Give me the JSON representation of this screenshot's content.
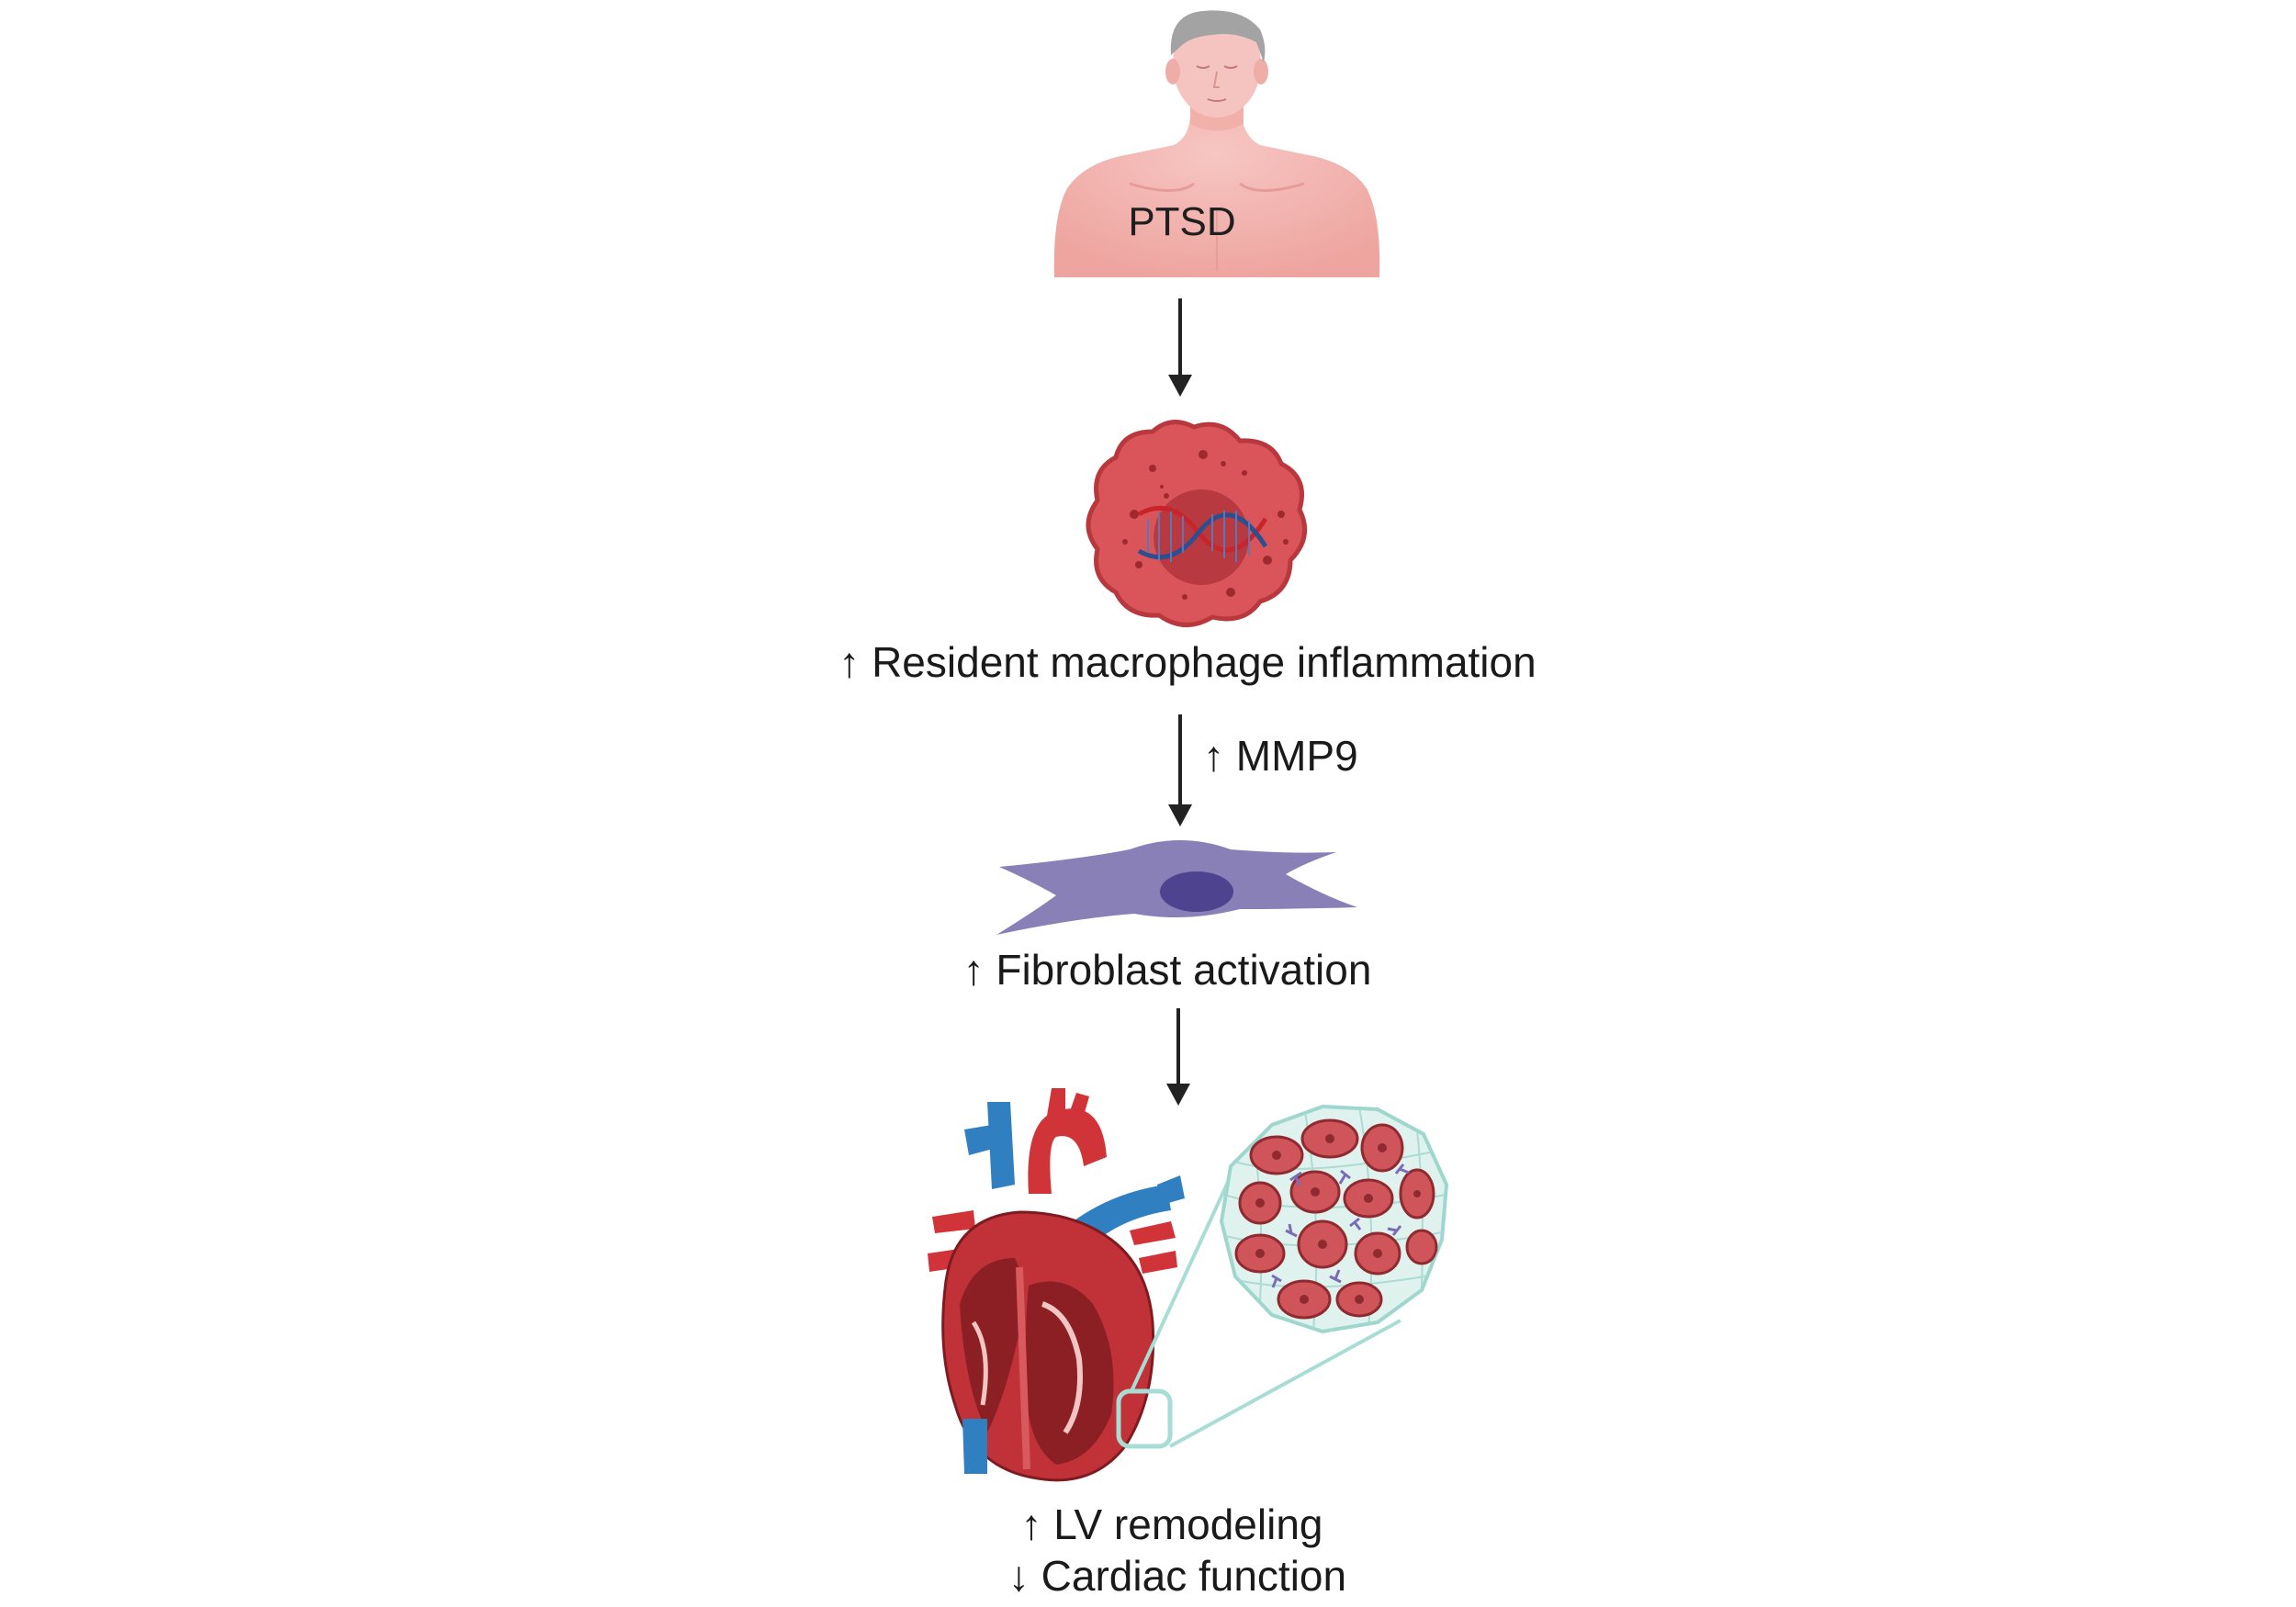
{
  "person": {
    "label": "PTSD",
    "icon": "human-torso-icon"
  },
  "macrophage": {
    "label": "↑ Resident macrophage inflammation",
    "icon": "macrophage-cell-icon"
  },
  "mmp": {
    "label": "↑ MMP9"
  },
  "fibroblast": {
    "label": "↑ Fibroblast activation",
    "icon": "fibroblast-cell-icon"
  },
  "heart": {
    "icon": "heart-anatomy-icon",
    "tissue_icon": "cardiac-tissue-icon"
  },
  "outcomes": {
    "line1": "↑ LV remodeling",
    "line2": "↓ Cardiac function"
  },
  "colors": {
    "skin": "#f4b8b4",
    "hair": "#a3a3a3",
    "macrophage": "#d9555a",
    "fibroblast": "#8a80b8",
    "heart_red": "#d13438",
    "vessel_blue": "#2f7fc1",
    "tissue_teal": "#b8e3dc"
  }
}
